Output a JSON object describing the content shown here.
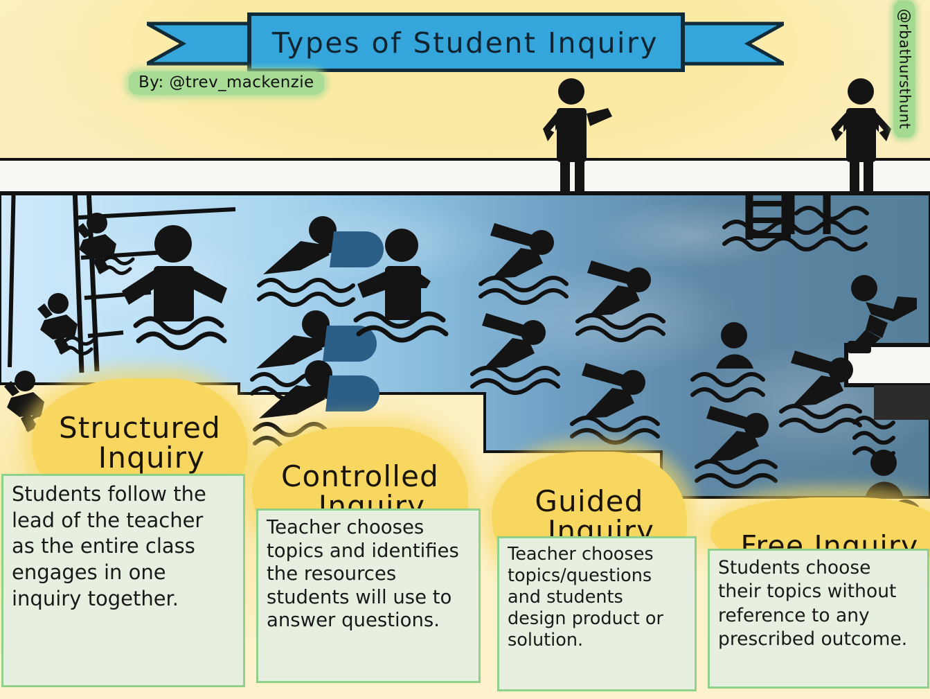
{
  "header": {
    "title": "Types of Student Inquiry",
    "byline": "By: @trev_mackenzie",
    "handle": "@rbathursthunt"
  },
  "colors": {
    "background_paper": "#fdf0c2",
    "ribbon_blue": "#34a6dc",
    "label_yellow": "#f7d75f",
    "card_fill": "#e7f0e0",
    "card_border": "#8fd08a",
    "byline_green": "#a8dc96",
    "water_shallow": "#bfe2f7",
    "water_mid": "#7fb4d6",
    "water_deep": "#5a7f99",
    "figure_black": "#141414",
    "kickboard_blue": "#2c5f87",
    "deck_white": "#f7f6f2"
  },
  "scene": {
    "deck_figures": [
      {
        "name": "teacher-figure-arm-out",
        "pose": "one-hand-on-hip-one-arm-extended"
      },
      {
        "name": "teacher-figure-hands-on-hips",
        "pose": "both-hands-on-hips"
      }
    ],
    "pool_features": [
      {
        "name": "pool-steps",
        "section": "structured"
      },
      {
        "name": "pool-ladder",
        "section": "free"
      },
      {
        "name": "diving-board",
        "section": "free"
      }
    ],
    "swimmer_counts": {
      "structured_climbing_steps": 3,
      "structured_standing": 1,
      "controlled_with_kickboard": 3,
      "controlled_standing": 1,
      "guided_swimming": 4,
      "free_swimming": 2,
      "free_bobbing_heads": 2,
      "free_diving": 1
    }
  },
  "sections": [
    {
      "id": "structured",
      "label_line1": "Structured",
      "label_line2": "Inquiry",
      "description": [
        "Students follow the",
        "lead of the teacher",
        "as the entire class",
        "engages in one",
        "inquiry together."
      ]
    },
    {
      "id": "controlled",
      "label_line1": "Controlled",
      "label_line2": "Inquiry",
      "description": [
        "Teacher chooses",
        "topics and identifies",
        "the resources",
        "students will use to",
        "answer questions."
      ]
    },
    {
      "id": "guided",
      "label_line1": "Guided",
      "label_line2": "Inquiry",
      "description": [
        "Teacher chooses",
        "topics/questions",
        "and students",
        "design product or",
        "solution."
      ]
    },
    {
      "id": "free",
      "label_line1": "Free Inquiry",
      "label_line2": "",
      "description": [
        "Students choose",
        "their topics without",
        "reference to any",
        "prescribed outcome."
      ]
    }
  ]
}
